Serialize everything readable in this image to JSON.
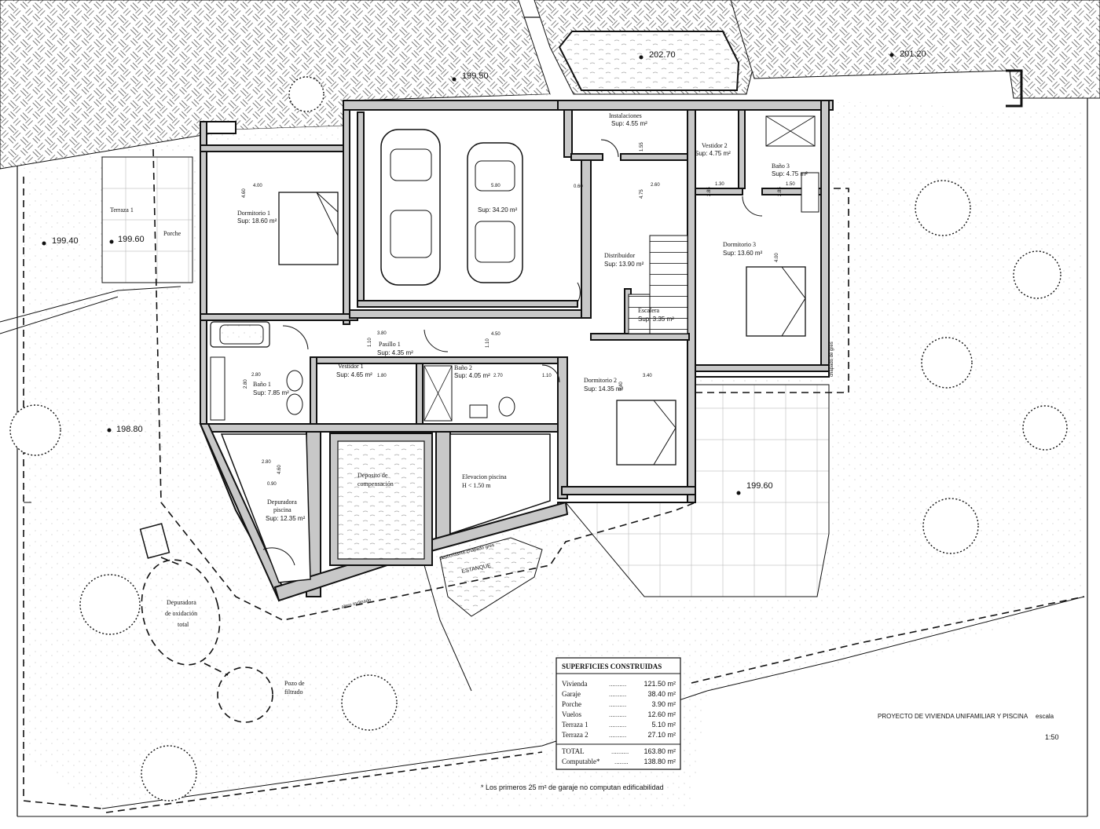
{
  "levels": {
    "l1": "199.50",
    "l2": "202.70",
    "l3": "201.20",
    "l4": "199.40",
    "l5": "199.60",
    "l6": "198.80",
    "l7": "199.60"
  },
  "rooms": {
    "terraza1": "Terraza 1",
    "porche": "Porche",
    "dorm1_name": "Dormitorio 1",
    "dorm1_area": "Sup: 18.60 m²",
    "garaje_area": "Sup: 34.20 m²",
    "instal_name": "Instalaciones",
    "instal_area": "Sup: 4.55 m²",
    "vest2_name": "Vestidor 2",
    "vest2_area": "Sup: 4.75 m²",
    "bano3_name": "Baño 3",
    "bano3_area": "Sup: 4.75 m²",
    "distrib_name": "Distribuidor",
    "distrib_area": "Sup: 13.90 m²",
    "dorm3_name": "Dormitorio 3",
    "dorm3_area": "Sup: 13.60 m²",
    "escalera_name": "Escalera",
    "escalera_area": "Sup: 3.35 m²",
    "pasillo_name": "Pasillo 1",
    "pasillo_area": "Sup: 4.35 m²",
    "vest1_name": "Vestidor 1",
    "vest1_area": "Sup: 4.65 m²",
    "bano2_name": "Baño 2",
    "bano2_area": "Sup: 4.05 m²",
    "dorm2_name": "Dormitorio 2",
    "dorm2_area": "Sup: 14.35 m²",
    "bano1_name": "Baño 1",
    "bano1_area": "Sup: 7.85 m²",
    "deposito_l1": "Deposito de",
    "deposito_l2": "compensación",
    "elevacion_l1": "Elevacion piscina",
    "elevacion_l2": "H < 1.50 m",
    "depuradora_l1": "Depuradora",
    "depuradora_l2": "piscina",
    "depuradora_area": "Sup: 12.35 m²",
    "oxid_l1": "Depuradora",
    "oxid_l2": "de oxidación",
    "oxid_l3": "total",
    "pozo_l1": "Pozo de",
    "pozo_l2": "filtrado",
    "estanque": "ESTANQUE",
    "desbordante": "desbordante chapado gres",
    "muro": "alero inclinado",
    "chapado": "chapado de gres"
  },
  "dims": {
    "d1": "4.00",
    "d2": "4.60",
    "d3": "5.80",
    "d4": "0.60",
    "d5": "1.55",
    "d6": "4.75",
    "d7": "2.60",
    "d8": "3.80",
    "d9": "4.50",
    "d10": "1.10",
    "d11": "1.80",
    "d12": "2.70",
    "d13": "2.80",
    "d14": "2.80",
    "d15": "1.10",
    "d16": "3.40",
    "d17": "3.40",
    "d18": "1.30",
    "d19": "2.85",
    "d20": "1.50",
    "d21": "2.85",
    "d22": "4.00",
    "d23": "2.80",
    "d24": "4.60",
    "d25": "0.90",
    "d26": "1.10"
  },
  "table": {
    "title": "SUPERFICIES CONSTRUIDAS",
    "rows": [
      {
        "label": "Vivienda",
        "dots": "..........",
        "value": "121.50 m²"
      },
      {
        "label": "Garaje",
        "dots": "..........",
        "value": "38.40 m²"
      },
      {
        "label": "Porche",
        "dots": "..........",
        "value": "3.90 m²"
      },
      {
        "label": "Vuelos",
        "dots": "..........",
        "value": "12.60 m²"
      },
      {
        "label": "Terraza 1",
        "dots": "..........",
        "value": "5.10 m²"
      },
      {
        "label": "Terraza 2",
        "dots": "..........",
        "value": "27.10 m²"
      }
    ],
    "total_label": "TOTAL",
    "total_dots": "..........",
    "total_value": "163.80 m²",
    "comp_label": "Computable*",
    "comp_dots": "........",
    "comp_value": "138.80 m²"
  },
  "footnote": "* Los primeros 25 m² de garaje no computan edificabilidad",
  "project": {
    "title": "PROYECTO DE VIVIENDA UNIFAMILIAR Y PISCINA",
    "escala_label": "escala",
    "escala_value": "1:50"
  }
}
